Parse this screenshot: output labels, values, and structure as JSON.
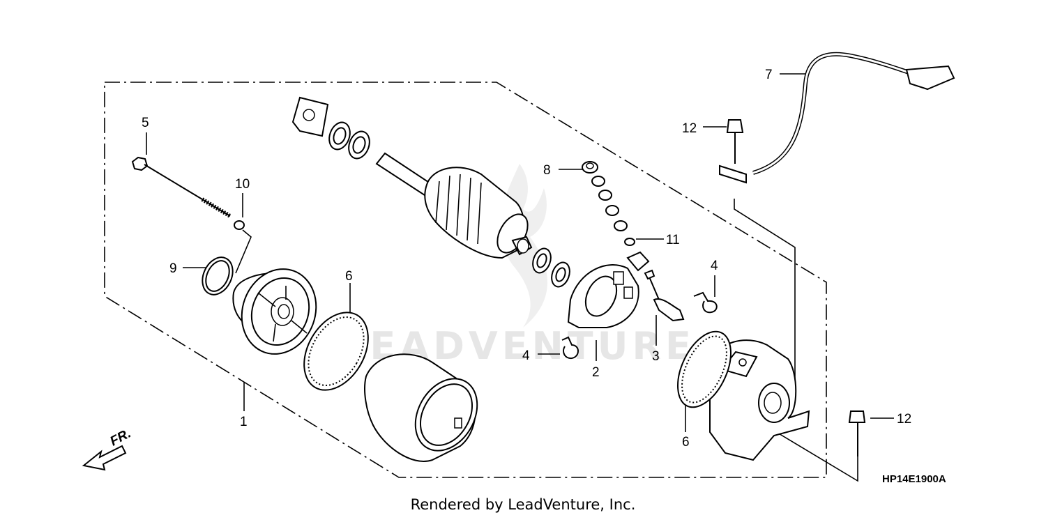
{
  "diagram_code": "HP14E1900A",
  "footer_text": "Rendered by LeadVenture, Inc.",
  "watermark_text": "LEADVENTURE",
  "front_indicator": "FR.",
  "callouts": {
    "c1": "1",
    "c2": "2",
    "c3": "3",
    "c4a": "4",
    "c4b": "4",
    "c5": "5",
    "c6a": "6",
    "c6b": "6",
    "c7": "7",
    "c8": "8",
    "c9": "9",
    "c10": "10",
    "c11": "11",
    "c12a": "12",
    "c12b": "12"
  }
}
